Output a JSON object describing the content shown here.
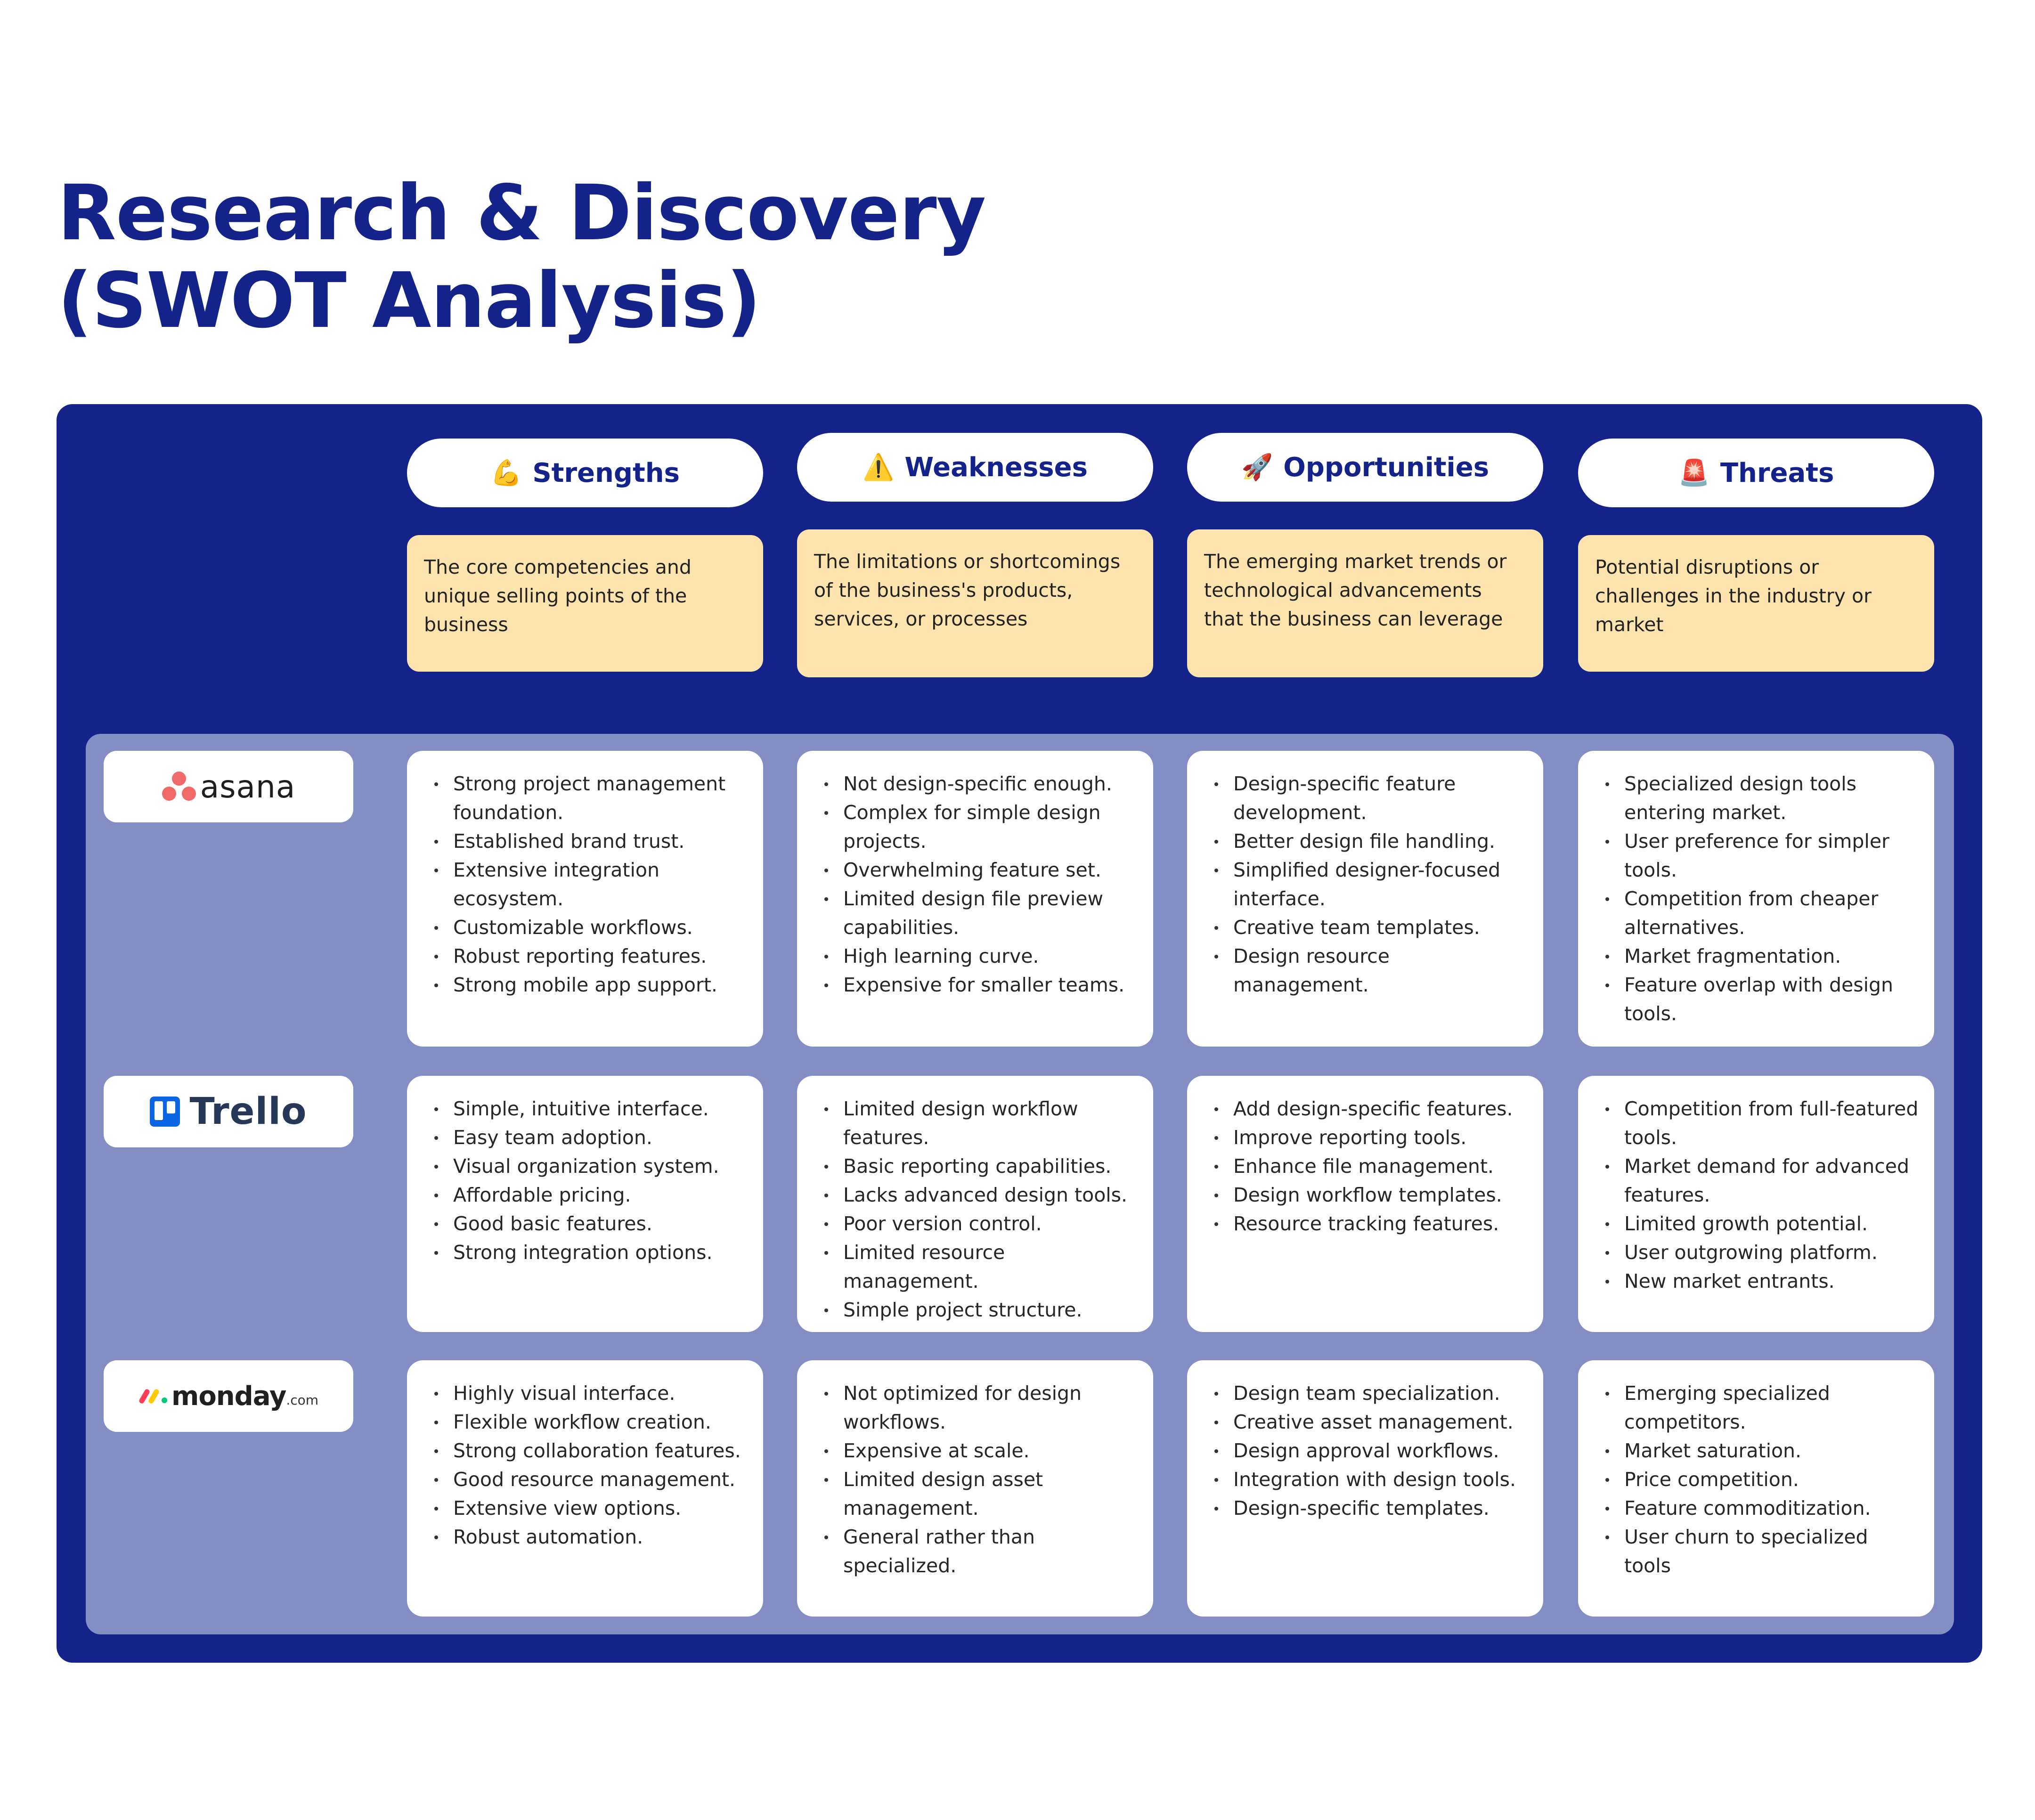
{
  "title_line1": "Research & Discovery",
  "title_line2": "(SWOT Analysis)",
  "categories": [
    {
      "key": "strengths",
      "label": "Strengths",
      "icon": "flexed-biceps-icon",
      "glyph": "💪",
      "description": "The core competencies and unique selling points of the business"
    },
    {
      "key": "weaknesses",
      "label": "Weaknesses",
      "icon": "warning-icon",
      "glyph": "⚠️",
      "description": "The limitations or shortcomings of the business's products, services, or processes"
    },
    {
      "key": "opportunities",
      "label": "Opportunities",
      "icon": "rocket-icon",
      "glyph": "🚀",
      "description": "The emerging market trends or technological advancements that the business can leverage"
    },
    {
      "key": "threats",
      "label": "Threats",
      "icon": "siren-icon",
      "glyph": "🚨",
      "description": "Potential disruptions or challenges in the industry or market"
    }
  ],
  "companies": [
    {
      "name": "asana",
      "logo_icon": "asana-logo-icon",
      "logo_text": "asana",
      "strengths": [
        "Strong project management foundation.",
        "Established brand trust.",
        "Extensive integration ecosystem.",
        "Customizable workflows.",
        "Robust reporting features.",
        "Strong mobile app support."
      ],
      "weaknesses": [
        "Not design-specific enough.",
        "Complex for simple design projects.",
        "Overwhelming feature set.",
        "Limited design file preview capabilities.",
        "High learning curve.",
        "Expensive for smaller teams."
      ],
      "opportunities": [
        "Design-specific feature development.",
        "Better design file handling.",
        "Simplified designer-focused interface.",
        "Creative team templates.",
        "Design resource management."
      ],
      "threats": [
        "Specialized design tools entering market.",
        "User preference for simpler tools.",
        "Competition from cheaper alternatives.",
        "Market fragmentation.",
        "Feature overlap with design tools."
      ]
    },
    {
      "name": "trello",
      "logo_icon": "trello-logo-icon",
      "logo_text": "Trello",
      "strengths": [
        "Simple, intuitive interface.",
        "Easy team adoption.",
        "Visual organization system.",
        "Affordable pricing.",
        "Good basic features.",
        "Strong integration options."
      ],
      "weaknesses": [
        "Limited design workflow features.",
        "Basic reporting capabilities.",
        "Lacks advanced design tools.",
        "Poor version control.",
        "Limited resource management.",
        "Simple project structure."
      ],
      "opportunities": [
        "Add design-specific features.",
        "Improve reporting tools.",
        "Enhance file management.",
        "Design workflow templates.",
        "Resource tracking features."
      ],
      "threats": [
        "Competition from full-featured tools.",
        "Market demand for advanced features.",
        "Limited growth potential.",
        "User outgrowing platform.",
        "New market entrants."
      ]
    },
    {
      "name": "monday",
      "logo_icon": "monday-logo-icon",
      "logo_text": "monday",
      "logo_suffix": ".com",
      "strengths": [
        "Highly visual interface.",
        "Flexible workflow creation.",
        "Strong collaboration features.",
        "Good resource management.",
        "Extensive view options.",
        "Robust automation."
      ],
      "weaknesses": [
        "Not optimized for design workflows.",
        "Expensive at scale.",
        "Limited design asset management.",
        "General rather than specialized."
      ],
      "opportunities": [
        "Design team specialization.",
        "Creative asset management.",
        "Design approval workflows.",
        "Integration with design tools.",
        "Design-specific templates."
      ],
      "threats": [
        "Emerging specialized competitors.",
        "Market saturation.",
        "Price competition.",
        "Feature commoditization.",
        "User churn to specialized tools"
      ]
    }
  ],
  "colors": {
    "navy": "#14238a",
    "periwinkle": "#848ec4",
    "cream": "#fde3ad",
    "white": "#ffffff"
  }
}
